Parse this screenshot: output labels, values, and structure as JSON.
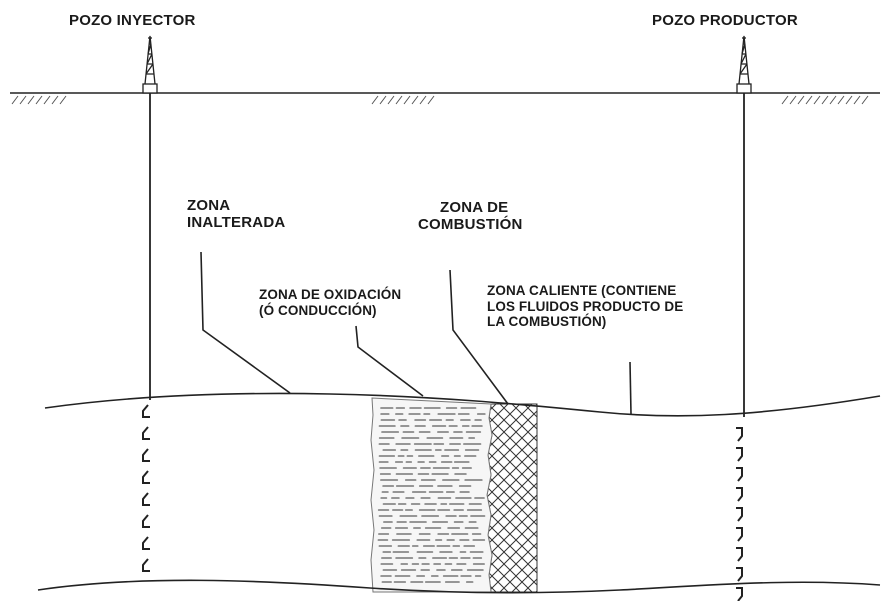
{
  "labels": {
    "well_injector": "POZO INYECTOR",
    "well_producer": "POZO PRODUCTOR",
    "unaltered_zone": [
      "ZONA",
      "INALTERADA"
    ],
    "combustion_zone": [
      "ZONA DE",
      "COMBUSTIÓN"
    ],
    "oxidation_zone": [
      "ZONA DE OXIDACIÓN",
      "(Ó CONDUCCIÓN)"
    ],
    "hot_zone": [
      "ZONA CALIENTE (CONTIENE",
      "LOS FLUIDOS PRODUCTO DE",
      "LA COMBUSTIÓN)"
    ]
  },
  "colors": {
    "ink": "#1a1a1a",
    "hatch": "#555555"
  },
  "icons": {
    "derrick": "derrick-icon",
    "ground": "ground-hatch"
  }
}
